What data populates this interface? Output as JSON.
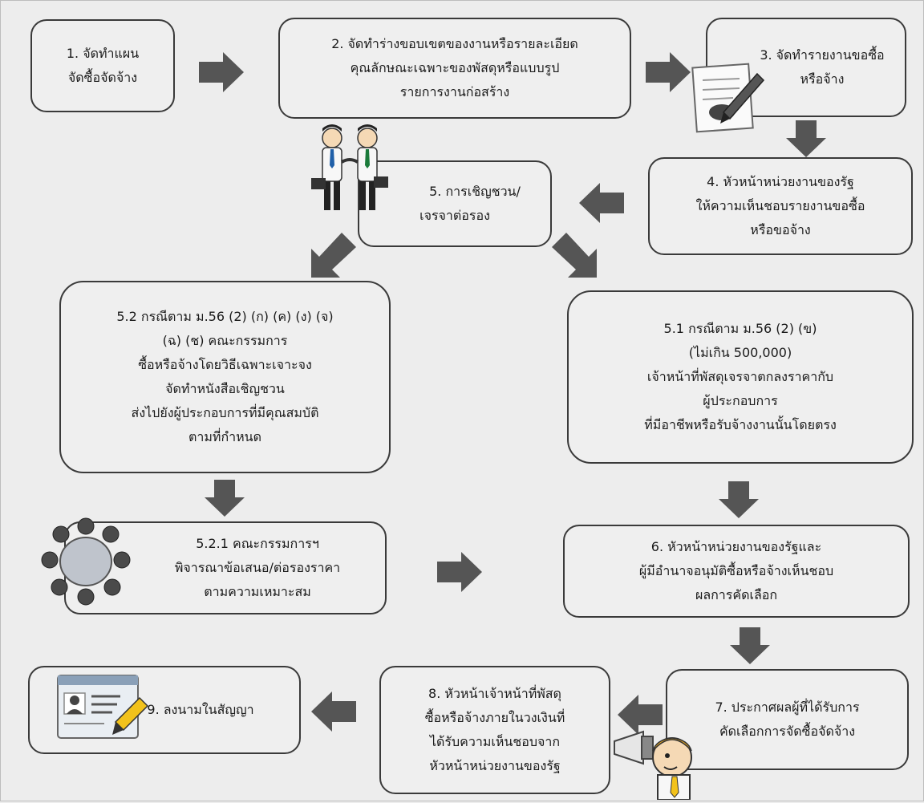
{
  "steps": {
    "s1": [
      "1. จัดทำแผน",
      "จัดซื้อจัดจ้าง"
    ],
    "s2": [
      "2. จัดทำร่างขอบเขตของงานหรือรายละเอียด",
      "คุณลักษณะเฉพาะของพัสดุหรือแบบรูป",
      "รายการงานก่อสร้าง"
    ],
    "s3": [
      "3. จัดทำรายงานขอซื้อ",
      "หรือจ้าง"
    ],
    "s4": [
      "4. หัวหน้าหน่วยงานของรัฐ",
      "ให้ความเห็นชอบรายงานขอซื้อ",
      "หรือขอจ้าง"
    ],
    "s5": [
      "5. การเชิญชวน/",
      "เจรจาต่อรอง"
    ],
    "s51": [
      "5.1 กรณีตาม ม.56 (2) (ข)",
      "(ไม่เกิน 500,000)",
      "เจ้าหน้าที่พัสดุเจรจาตกลงราคากับ",
      "ผู้ประกอบการ",
      "ที่มีอาชีพหรือรับจ้างงานนั้นโดยตรง"
    ],
    "s52": [
      "5.2 กรณีตาม ม.56 (2) (ก) (ค) (ง) (จ)",
      "(ฉ) (ช) คณะกรรมการ",
      "ซื้อหรือจ้างโดยวิธีเฉพาะเจาะจง",
      "จัดทำหนังสือเชิญชวน",
      "ส่งไปยังผู้ประกอบการที่มีคุณสมบัติ",
      "ตามที่กำหนด"
    ],
    "s521": [
      "5.2.1 คณะกรรมการฯ",
      "พิจารณาข้อเสนอ/ต่อรองราคา",
      "ตามความเหมาะสม"
    ],
    "s6": [
      "6. หัวหน้าหน่วยงานของรัฐและ",
      "ผู้มีอำนาจอนุมัติซื้อหรือจ้างเห็นชอบ",
      "ผลการคัดเลือก"
    ],
    "s7": [
      "7. ประกาศผลผู้ที่ได้รับการ",
      "คัดเลือกการจัดซื้อจัดจ้าง"
    ],
    "s8": [
      "8. หัวหน้าเจ้าหน้าที่พัสดุ",
      "ซื้อหรือจ้างภายในวงเงินที่",
      "ได้รับความเห็นชอบจาก",
      "หัวหน้าหน่วยงานของรัฐ"
    ],
    "s9": [
      "9. ลงนามในสัญญา"
    ]
  },
  "colors": {
    "arrow": "#555555",
    "border": "#3a3a3a",
    "box": "#efefef",
    "background": "#ededed"
  },
  "icons": [
    "document-pen-icon",
    "handshake-people-icon",
    "meeting-table-icon",
    "megaphone-man-icon",
    "contract-card-icon"
  ]
}
